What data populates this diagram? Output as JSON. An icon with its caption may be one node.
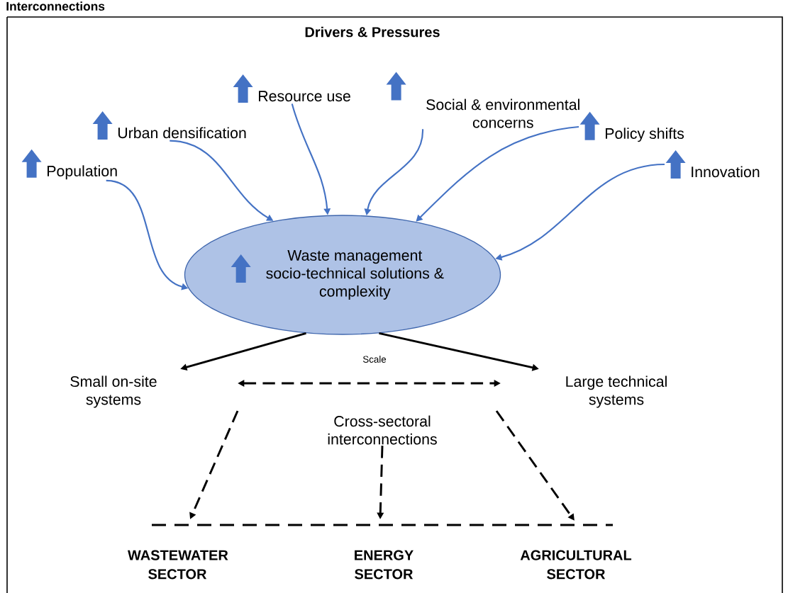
{
  "diagram": {
    "title": "Interconnections",
    "nodes": [
      {
        "text": [
          "Population"
        ]
      },
      {
        "text": [
          "Urban densification"
        ]
      },
      {
        "text": [
          "Resource use"
        ]
      },
      {
        "text": [
          "Social & environmental concerns"
        ]
      },
      {
        "text": [
          "Policy shifts"
        ]
      },
      {
        "text": [
          "Innovation"
        ]
      },
      {
        "text": [
          "Waste management socio-technical solutions & complexity"
        ]
      },
      {
        "text": [
          "Small on-site systems"
        ]
      },
      {
        "text": [
          "Large technical systems"
        ]
      },
      {
        "text": [
          "Cross-sectoral interconnections"
        ]
      },
      {
        "text": [
          "WASTEWATER SECTOR"
        ]
      },
      {
        "text": [
          "ENERGY SECTOR"
        ]
      },
      {
        "text": [
          "AGRICULTURAL SECTOR"
        ]
      }
    ],
    "edges": [
      {
        "from": 0,
        "to": 6,
        "arrow": "to",
        "color": "#4472c4"
      },
      {
        "from": 1,
        "to": 6,
        "arrow": "to",
        "color": "#4472c4"
      },
      {
        "from": 2,
        "to": 6,
        "arrow": "to",
        "color": "#4472c4"
      },
      {
        "from": 3,
        "to": 6,
        "arrow": "to",
        "color": "#4472c4"
      },
      {
        "from": 4,
        "to": 6,
        "arrow": "to",
        "color": "#4472c4"
      },
      {
        "from": 5,
        "to": 6,
        "arrow": "to",
        "color": "#4472c4"
      },
      {
        "from": 6,
        "to": 7,
        "arrow": "to",
        "color": "#000000"
      },
      {
        "from": 6,
        "to": 8,
        "arrow": "to",
        "color": "#000000"
      },
      {
        "from": null,
        "to": 10,
        "arrow": "to",
        "style": "dashed",
        "color": "#000000"
      },
      {
        "from": 9,
        "to": 11,
        "arrow": "to",
        "style": "dashed",
        "color": "#000000"
      },
      {
        "from": null,
        "to": 12,
        "arrow": "to",
        "style": "dashed",
        "color": "#000000"
      }
    ],
    "labels": [
      "Drivers & Pressures",
      "Scale"
    ]
  }
}
